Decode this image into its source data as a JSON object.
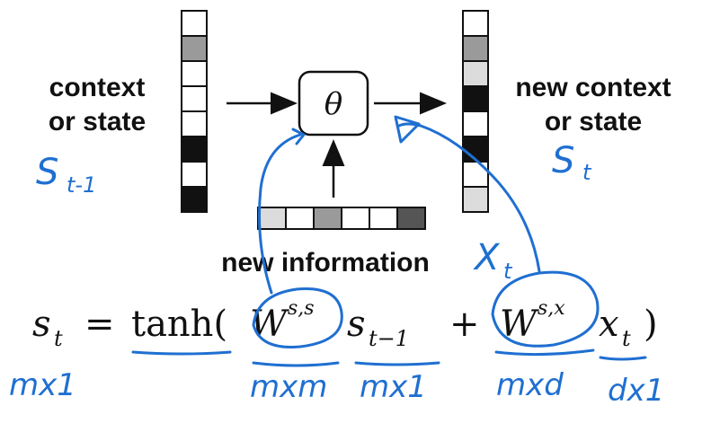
{
  "labels": {
    "left_line1": "context",
    "left_line2": "or state",
    "right_line1": "new context",
    "right_line2": "or state",
    "bottom": "new information",
    "theta": "θ"
  },
  "equation": {
    "lhs_s": "s",
    "lhs_sub": "t",
    "equals": "=",
    "tanh": "tanh(",
    "W1": "W",
    "W1_sup": "s,s",
    "s_prev": "s",
    "s_prev_sub": "t−1",
    "plus": "+",
    "W2": "W",
    "W2_sup": "s,x",
    "x": "x",
    "x_sub": "t",
    "close": ")"
  },
  "annotations": {
    "s_prev_hand": "S",
    "s_prev_hand_sub": "t-1",
    "s_t_hand": "S",
    "s_t_hand_sub": "t",
    "x_t_hand": "X",
    "x_t_hand_sub": "t",
    "dim_mx1_left": "mx1",
    "dim_mxm": "mxm",
    "dim_mx1_mid": "mx1",
    "dim_mxd": "mxd",
    "dim_dx1": "dx1"
  },
  "vectors": {
    "left_cells": [
      "#ffffff",
      "#9a9a9a",
      "#ffffff",
      "#ffffff",
      "#ffffff",
      "#111111",
      "#ffffff",
      "#111111"
    ],
    "right_cells": [
      "#ffffff",
      "#9a9a9a",
      "#dcdcdc",
      "#111111",
      "#ffffff",
      "#111111",
      "#ffffff",
      "#dcdcdc"
    ],
    "bottom_cells": [
      "#dcdcdc",
      "#ffffff",
      "#9a9a9a",
      "#ffffff",
      "#ffffff",
      "#555555"
    ]
  },
  "colors": {
    "ink": "#1f6fd1",
    "black": "#111111"
  }
}
